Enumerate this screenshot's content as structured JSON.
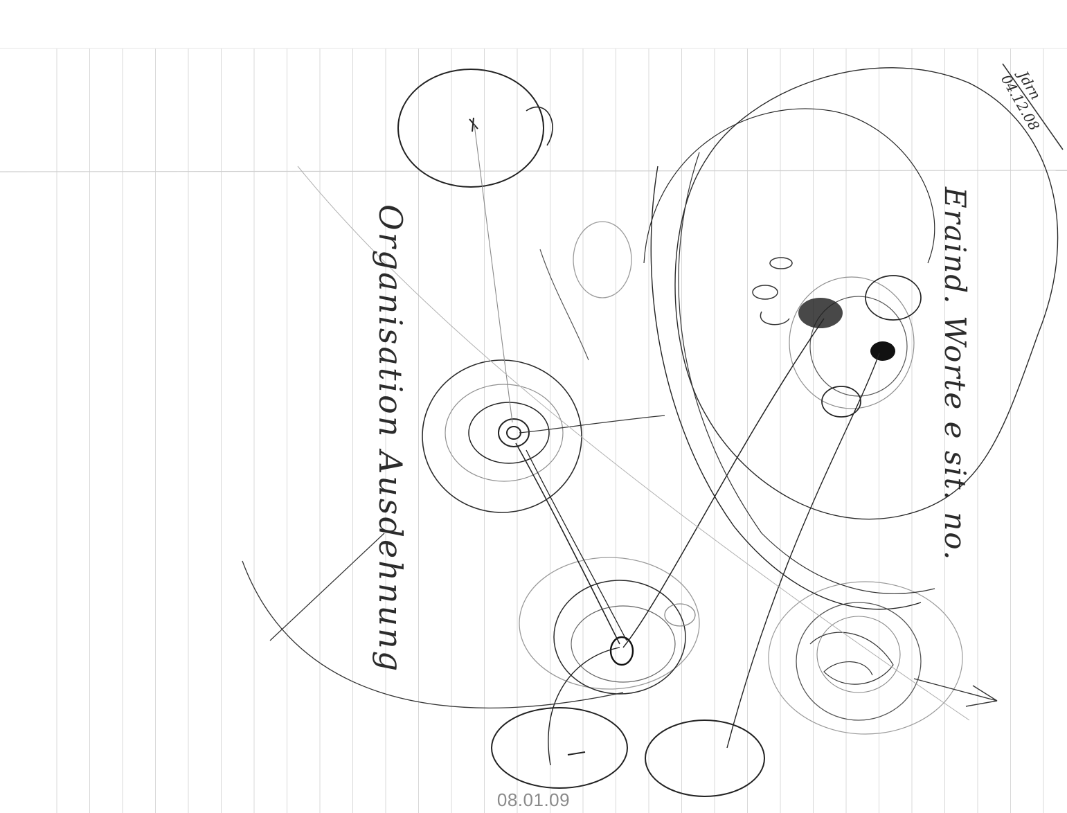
{
  "caption": {
    "date_label": "08.01.09"
  },
  "sheet": {
    "handwriting": {
      "corner_note_line1": "Jdrn",
      "corner_note_line2": "04.12.08",
      "right_vertical_text": "Eraind. Worte e sit. no.",
      "left_vertical_text": "Organisation Ausdehnung"
    }
  },
  "colors": {
    "paper": "#ffffff",
    "ruled_line": "#d8d8d8",
    "ink": "#1e1e1e",
    "pencil": "#9a9a9a",
    "caption_text": "#8a8a8a"
  }
}
